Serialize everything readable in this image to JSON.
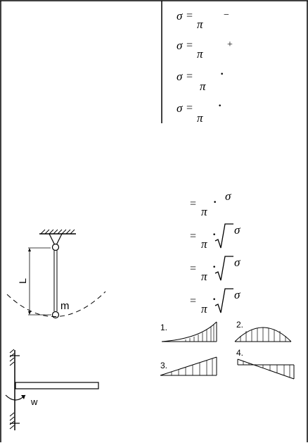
{
  "formula_top": {
    "options": [
      {
        "lhs": "σ",
        "eq": "=",
        "den": "π",
        "op": "−"
      },
      {
        "lhs": "σ",
        "eq": "=",
        "den": "π",
        "op": "+"
      },
      {
        "lhs": "σ",
        "eq": "=",
        "den": "π",
        "op": "·"
      },
      {
        "lhs": "σ",
        "eq": "=",
        "den": "π",
        "op": "·"
      }
    ]
  },
  "formula_right": {
    "options": [
      {
        "eq": "=",
        "den": "π",
        "op": "·",
        "num": "σ"
      },
      {
        "eq": "=",
        "den": "π",
        "op": "·",
        "num": "σ"
      },
      {
        "eq": "=",
        "den": "π",
        "op": "·",
        "num": "σ"
      },
      {
        "eq": "=",
        "den": "π",
        "op": "·",
        "num": "σ"
      }
    ]
  },
  "pendulum": {
    "length_label": "L",
    "mass_label": "m"
  },
  "diagrams": {
    "labels": [
      "1.",
      "2.",
      "3.",
      "4."
    ]
  },
  "cantilever": {
    "omega_label": "w"
  }
}
